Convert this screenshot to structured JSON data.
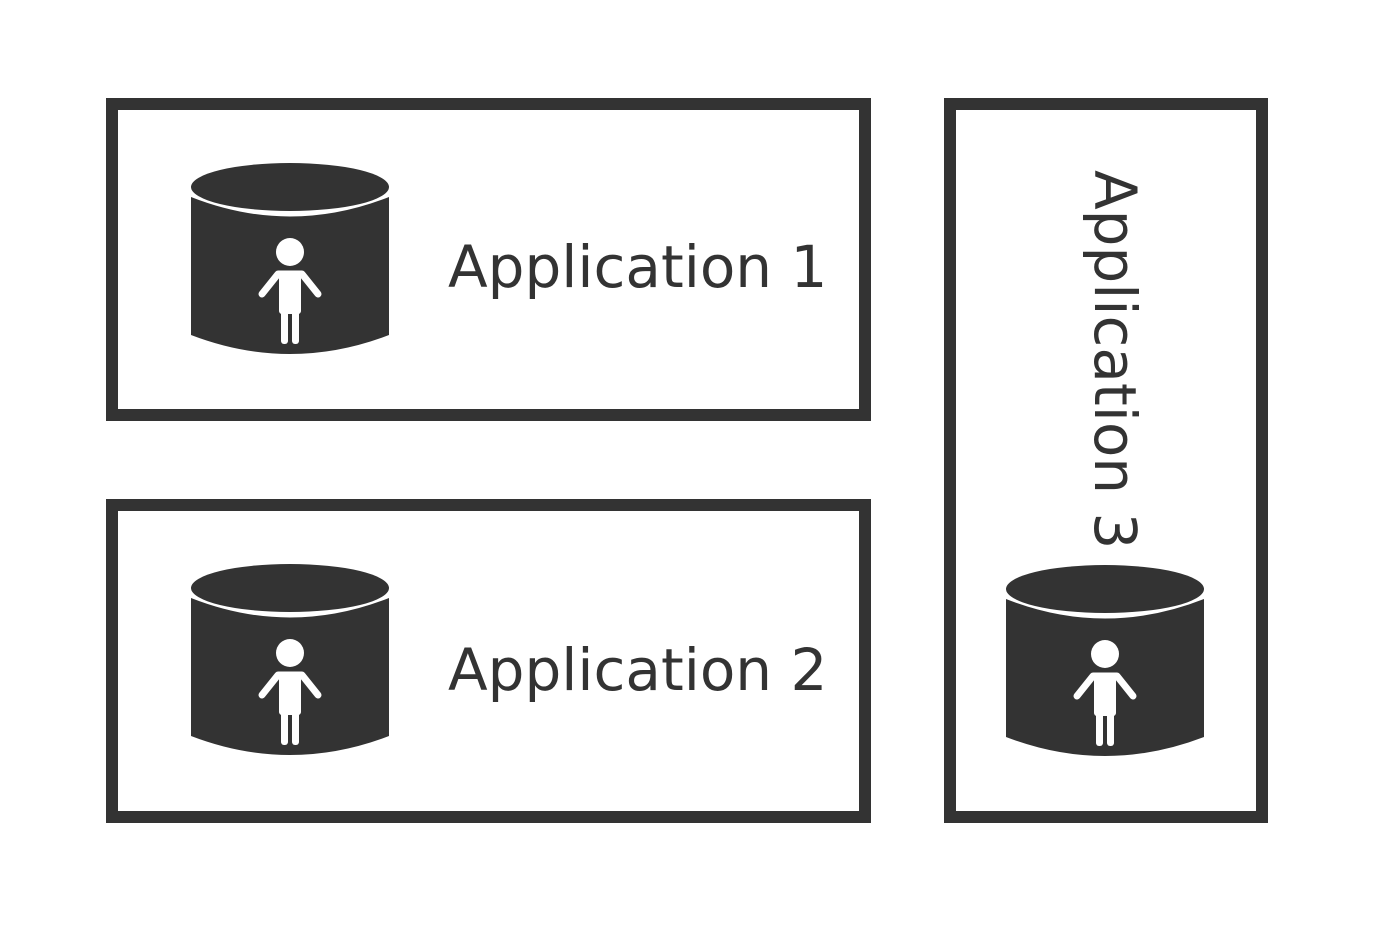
{
  "colors": {
    "stroke": "#333333",
    "background": "#ffffff"
  },
  "applications": [
    {
      "label": "Application 1",
      "icon": "user-database-icon"
    },
    {
      "label": "Application 2",
      "icon": "user-database-icon"
    },
    {
      "label": "Application 3",
      "icon": "user-database-icon"
    }
  ]
}
